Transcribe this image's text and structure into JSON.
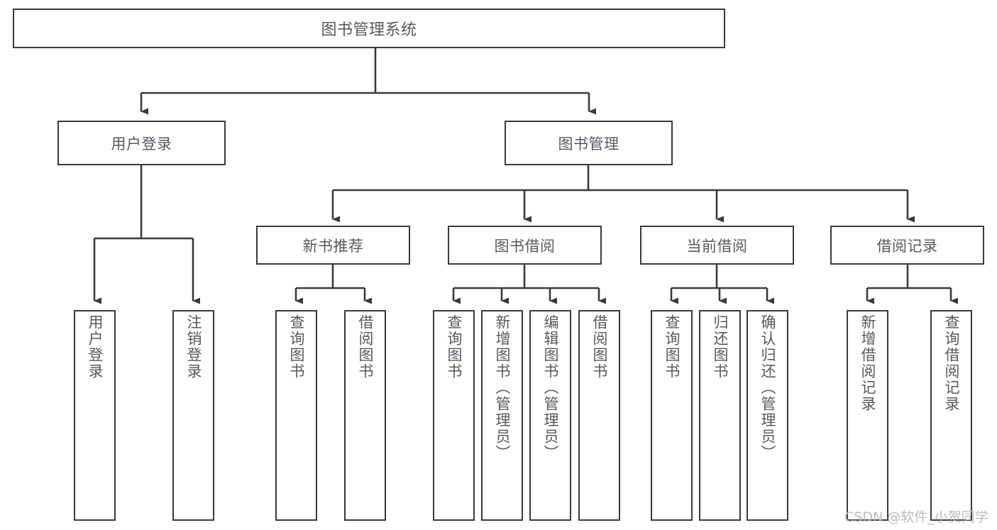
{
  "diagram": {
    "type": "tree-hierarchy",
    "title": "图书管理系统",
    "orientation": "top-down",
    "colors": {
      "node_stroke": "#3a3a3a",
      "node_fill": "#ffffff",
      "edge": "#3a3a3a",
      "text": "#555a60",
      "watermark": "#b9bcc0",
      "background": "#ffffff"
    },
    "nodes": {
      "root": {
        "label": "图书管理系统"
      },
      "level2": [
        {
          "id": "user-login",
          "label": "用户登录"
        },
        {
          "id": "book-management",
          "label": "图书管理"
        }
      ],
      "level3": [
        {
          "id": "new-book-recommend",
          "label": "新书推荐"
        },
        {
          "id": "book-borrow",
          "label": "图书借阅"
        },
        {
          "id": "current-borrow",
          "label": "当前借阅"
        },
        {
          "id": "borrow-record",
          "label": "借阅记录"
        }
      ],
      "leaves": {
        "user-login": [
          {
            "id": "user-login-leaf",
            "label": "用户登录"
          },
          {
            "id": "logout-leaf",
            "label": "注销登录"
          }
        ],
        "new-book-recommend": [
          {
            "id": "query-book-1",
            "label": "查询图书"
          },
          {
            "id": "borrow-book-1",
            "label": "借阅图书"
          }
        ],
        "book-borrow": [
          {
            "id": "query-book-2",
            "label": "查询图书"
          },
          {
            "id": "add-book",
            "label": "新增图书（管理员）"
          },
          {
            "id": "edit-book",
            "label": "编辑图书（管理员）"
          },
          {
            "id": "borrow-book-2",
            "label": "借阅图书"
          }
        ],
        "current-borrow": [
          {
            "id": "query-book-3",
            "label": "查询图书"
          },
          {
            "id": "return-book",
            "label": "归还图书"
          },
          {
            "id": "confirm-return",
            "label": "确认归还（管理员）"
          }
        ],
        "borrow-record": [
          {
            "id": "add-borrow-record",
            "label": "新增借阅记录"
          },
          {
            "id": "query-borrow-record",
            "label": "查询借阅记录"
          }
        ]
      }
    },
    "watermark": "CSDN @软件_小贺同学"
  }
}
